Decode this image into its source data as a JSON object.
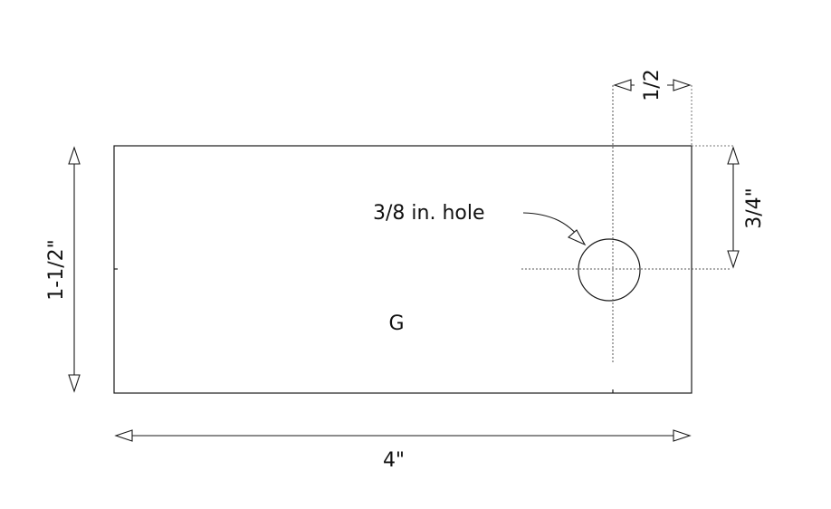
{
  "labels": {
    "width": "4\"",
    "height": "1-1/2\"",
    "hole_x": "1/2",
    "hole_y": "3/4\"",
    "hole_callout": "3/8 in. hole",
    "center_of_gravity": "G"
  },
  "colors": {
    "line": "#1a1a1a",
    "centerline": "#555555",
    "background": "#ffffff"
  }
}
